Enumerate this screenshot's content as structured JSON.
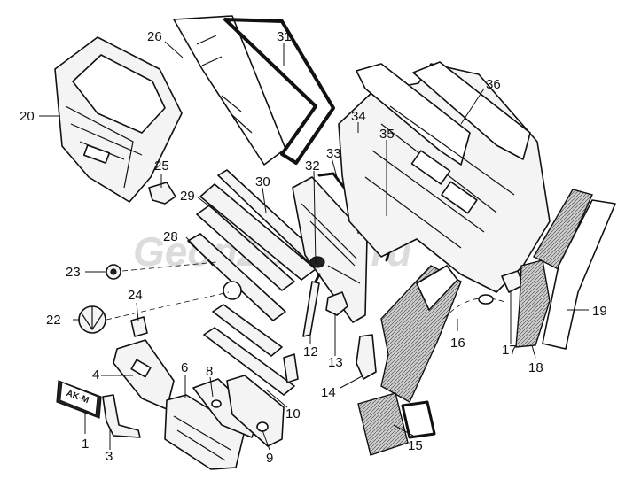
{
  "watermark": "GeonZo.mo.ru",
  "callouts": [
    "1",
    "3",
    "4",
    "6",
    "8",
    "9",
    "10",
    "12",
    "13",
    "14",
    "15",
    "16",
    "17",
    "18",
    "19",
    "20",
    "22",
    "23",
    "24",
    "25",
    "26",
    "28",
    "29",
    "30",
    "31",
    "32",
    "33",
    "34",
    "35",
    "36"
  ]
}
